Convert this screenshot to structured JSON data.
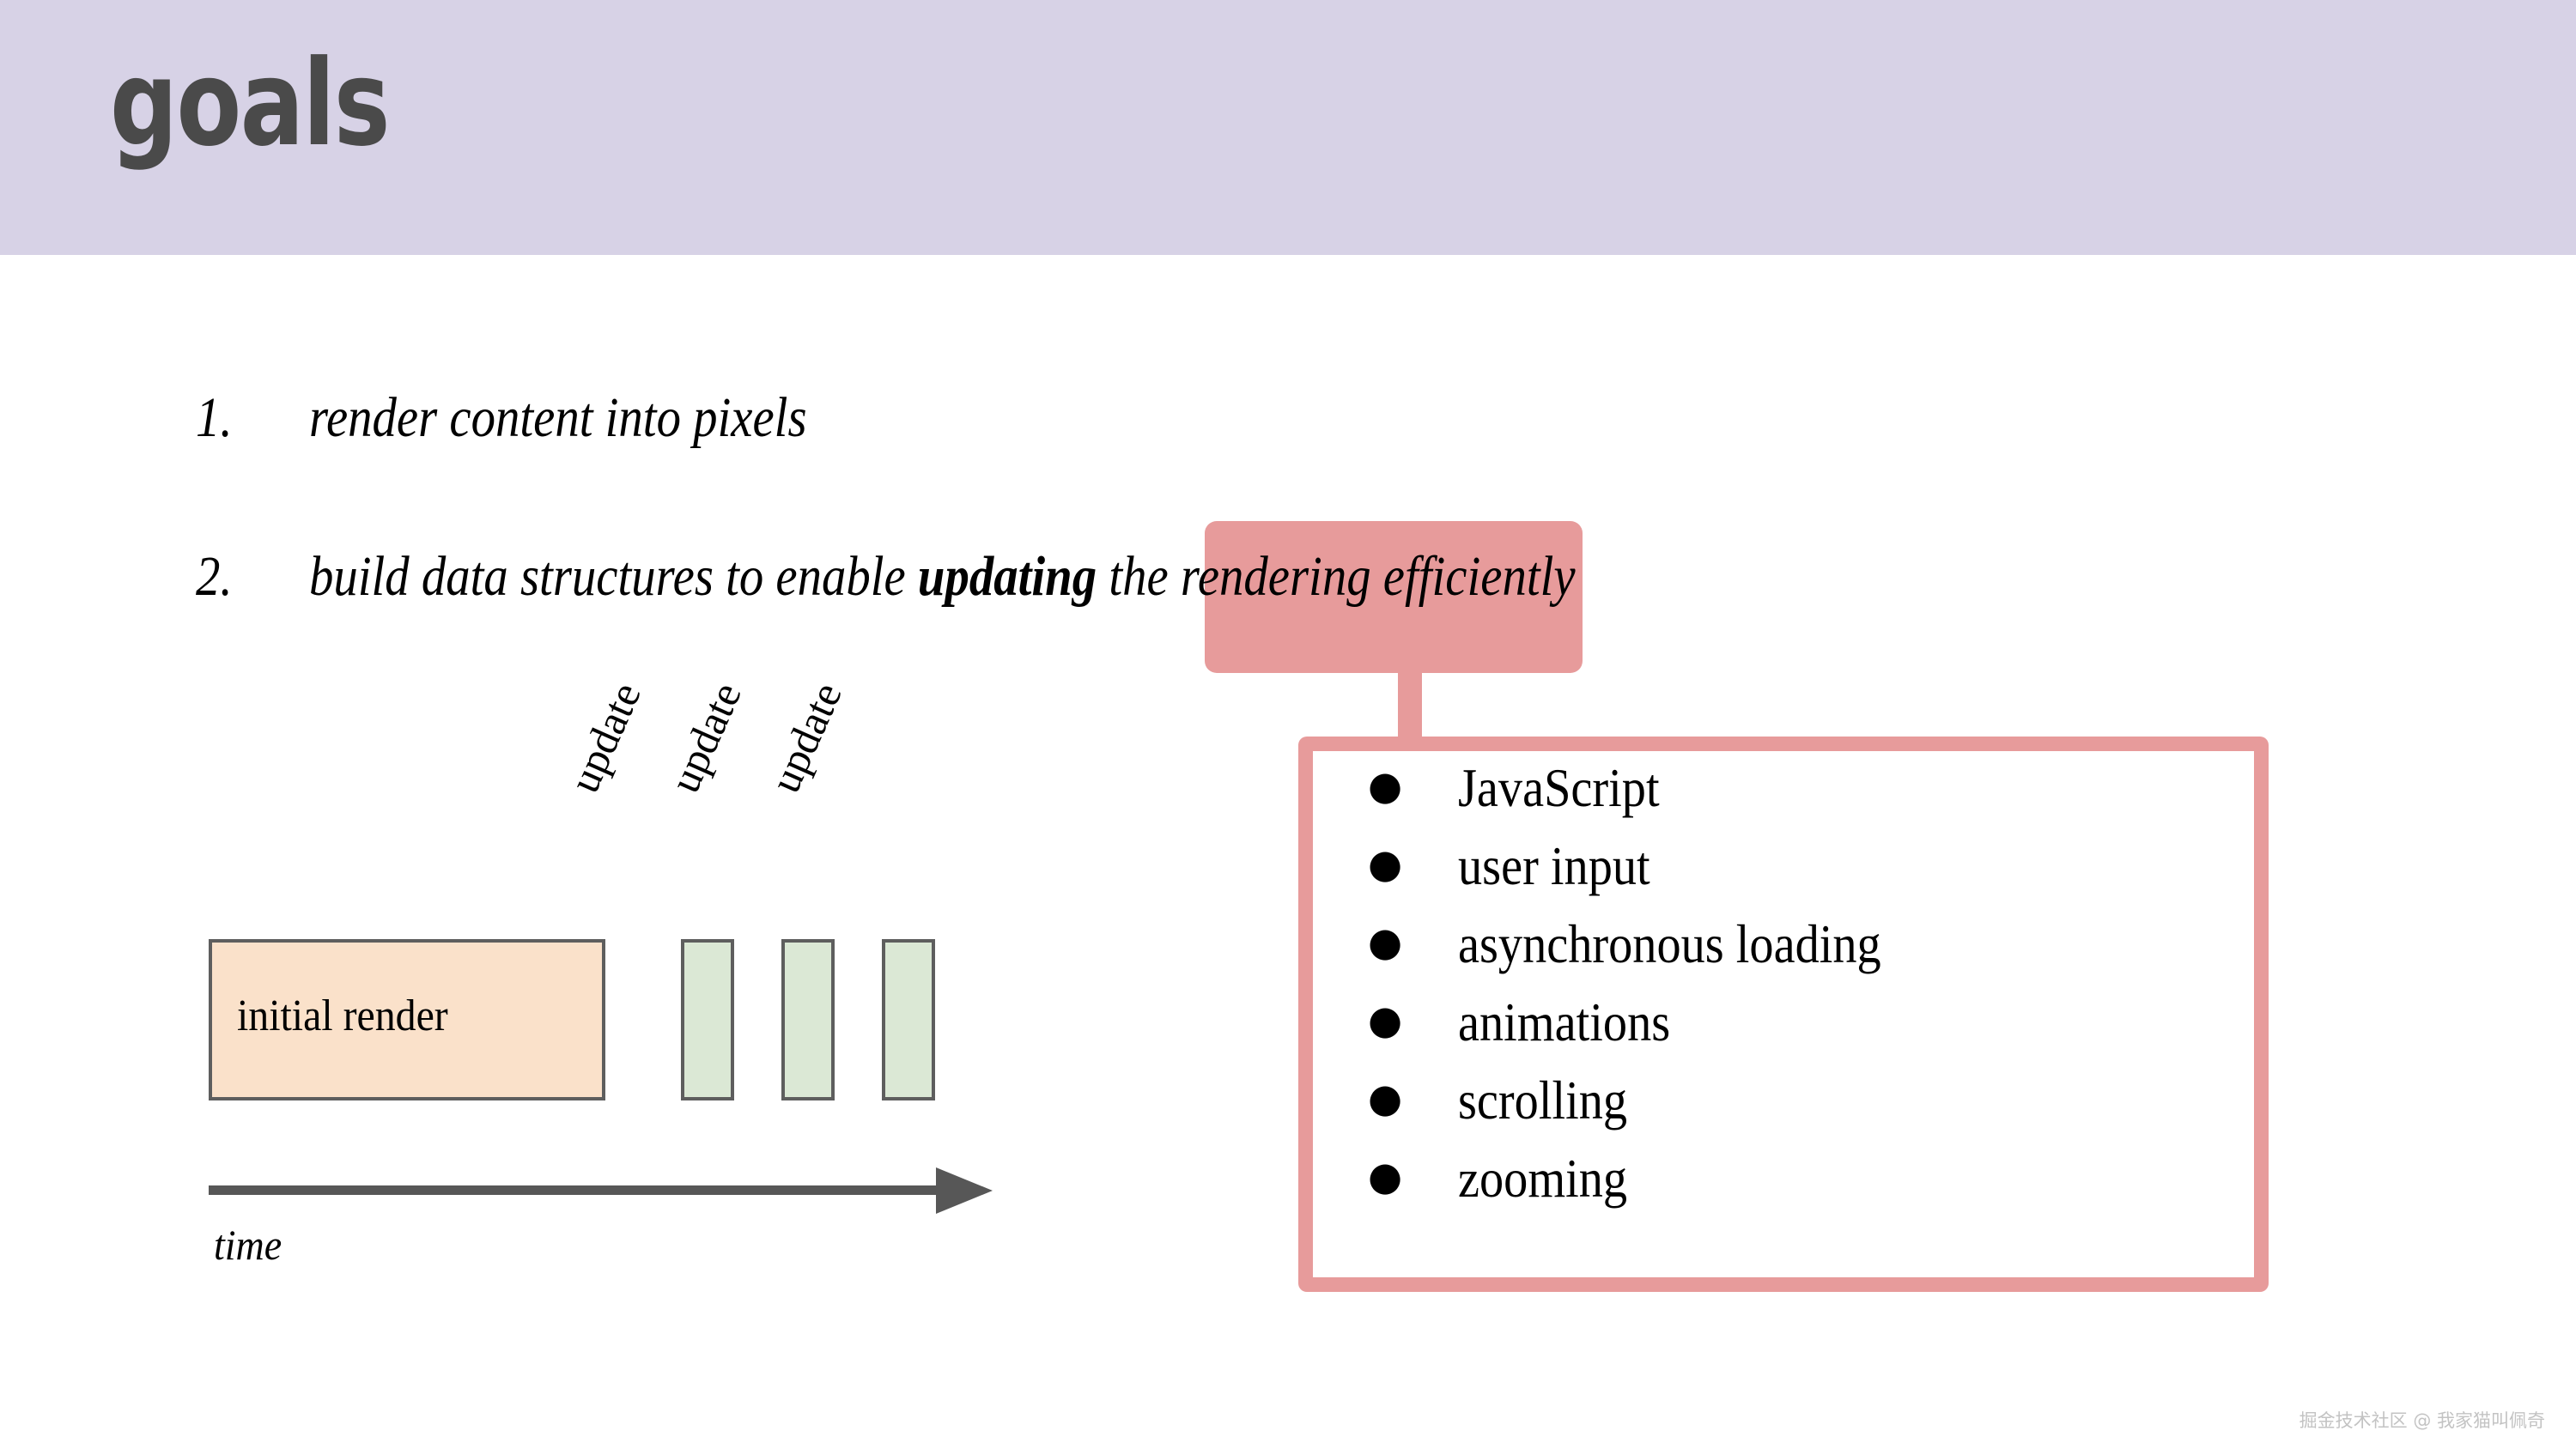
{
  "slide": {
    "title": "goals",
    "background_color": "#ffffff",
    "header_band_color": "#d7d2e6",
    "title_color": "#4a4a4a"
  },
  "goals_list": [
    {
      "marker": "1.",
      "text": "render content into pixels"
    },
    {
      "marker": "2.",
      "text_before": "build data structures to enable ",
      "highlighted_word": "updating",
      "text_after": " the rendering efficiently"
    }
  ],
  "highlight": {
    "word": "updating",
    "chip_color": "#e79b9b"
  },
  "callout": {
    "border_color": "#e79b9b",
    "bullet_glyph": "●",
    "items": [
      "JavaScript",
      "user input",
      "asynchronous loading",
      "animations",
      "scrolling",
      "zooming"
    ]
  },
  "timeline": {
    "initial_render_label": "initial render",
    "initial_render_fill": "#fae1ca",
    "initial_render_border": "#5e5e5e",
    "update_bar_fill": "#dbe8d5",
    "update_bar_border": "#5e5e5e",
    "update_labels": [
      "update",
      "update",
      "update"
    ],
    "axis_label": "time",
    "axis_color": "#575757"
  },
  "watermark": {
    "text": "掘金技术社区 @ 我家猫叫佩奇",
    "color": "#c3c3c3"
  }
}
